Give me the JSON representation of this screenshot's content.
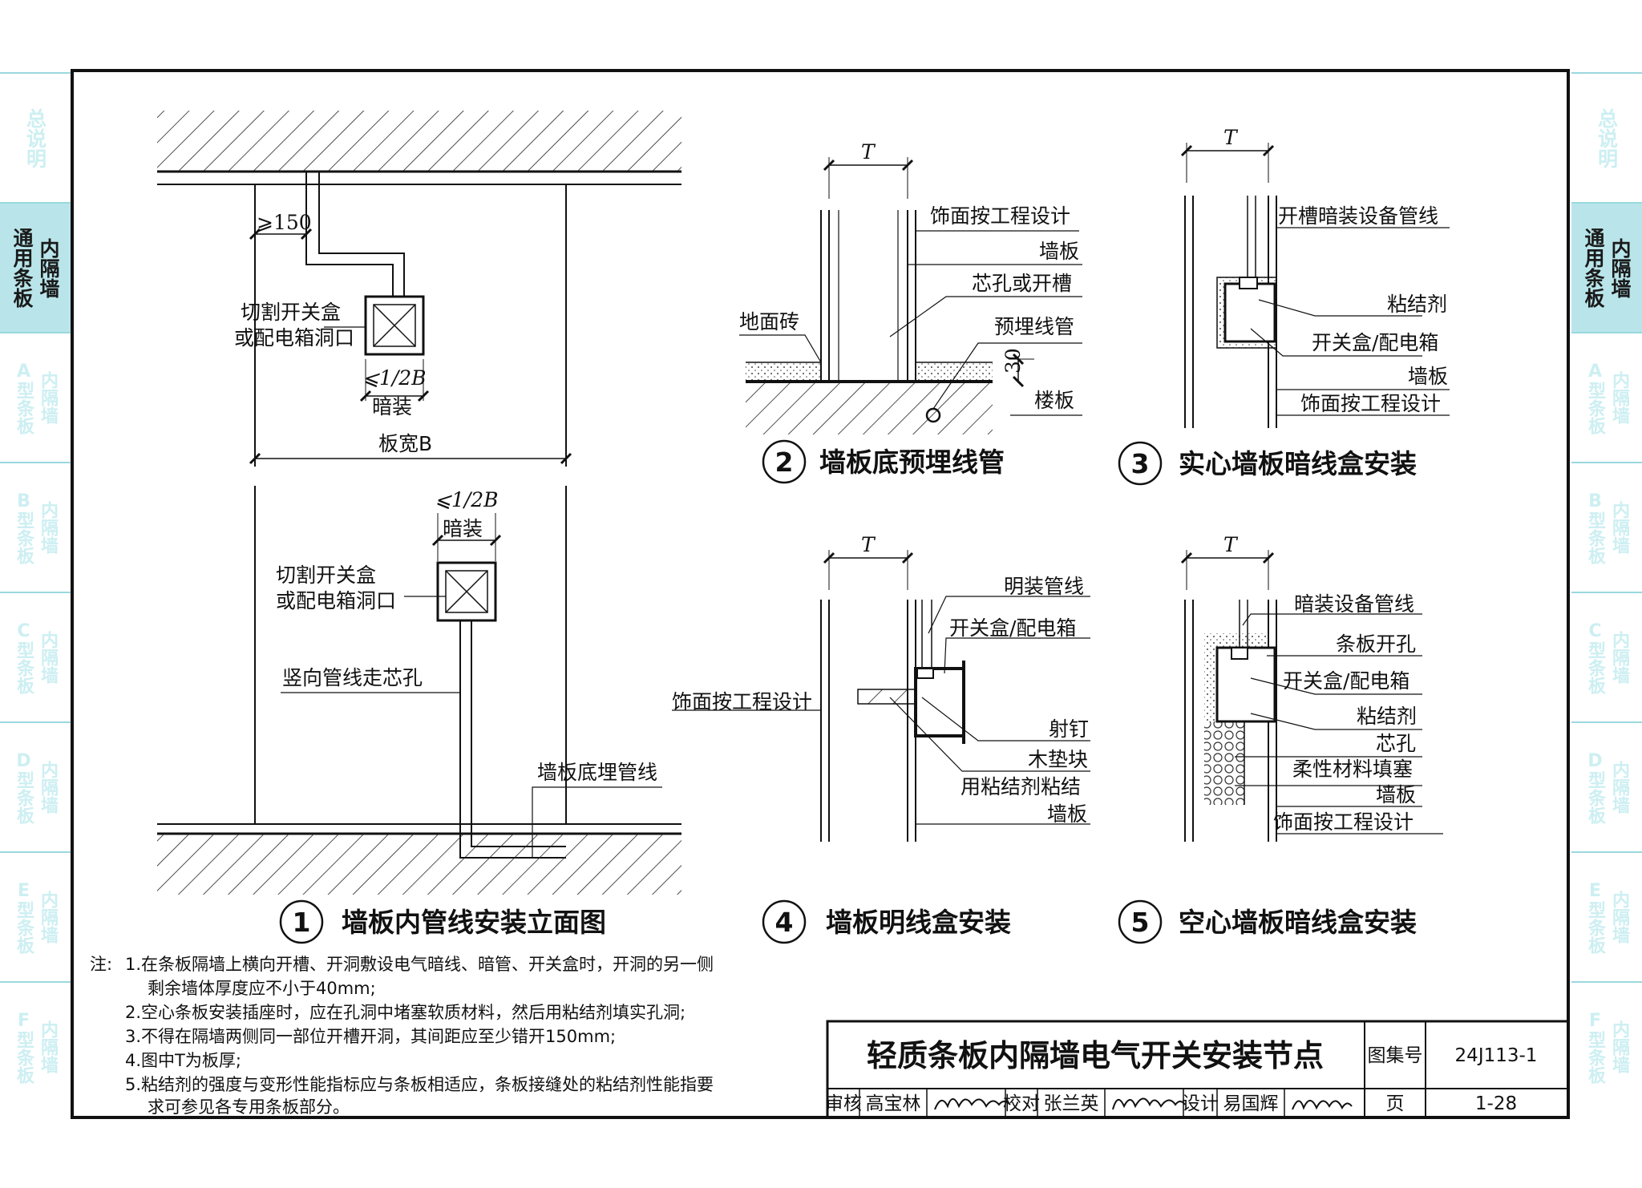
{
  "side_tabs": [
    {
      "line1": "总说明",
      "line2": "",
      "active": false
    },
    {
      "line1": "通用条板",
      "line2": "内隔墙",
      "active": true
    },
    {
      "line1": "A型条板",
      "line2": "内隔墙",
      "active": false
    },
    {
      "line1": "B型条板",
      "line2": "内隔墙",
      "active": false
    },
    {
      "line1": "C型条板",
      "line2": "内隔墙",
      "active": false
    },
    {
      "line1": "D型条板",
      "line2": "内隔墙",
      "active": false
    },
    {
      "line1": "E型条板",
      "line2": "内隔墙",
      "active": false
    },
    {
      "line1": "F型条板",
      "line2": "内隔墙",
      "active": false
    }
  ],
  "detail1": {
    "num": "1",
    "title": "墙板内管线安装立面图",
    "dim_150": "⩾150",
    "cut_label_1": "切割开关盒",
    "cut_label_2": "或配电箱洞口",
    "half_b": "⩽1/2B",
    "concealed": "暗装",
    "board_width": "板宽B",
    "cut2_label_1": "切割开关盒",
    "cut2_label_2": "或配电箱洞口",
    "half_b2": "⩽1/2B",
    "concealed2": "暗装",
    "vertical_pipe": "竖向管线走芯孔",
    "bottom_pipe": "墙板底埋管线"
  },
  "detail2": {
    "num": "2",
    "title": "墙板底预埋线管",
    "t": "T",
    "finish": "饰面按工程设计",
    "panel": "墙板",
    "core": "芯孔或开槽",
    "floor_tile": "地面砖",
    "conduit": "预埋线管",
    "dim30": "30",
    "slab": "楼板"
  },
  "detail3": {
    "num": "3",
    "title": "实心墙板暗线盒安装",
    "t": "T",
    "groove": "开槽暗装设备管线",
    "adhesive": "粘结剂",
    "box": "开关盒/配电箱",
    "panel": "墙板",
    "finish": "饰面按工程设计"
  },
  "detail4": {
    "num": "4",
    "title": "墙板明线盒安装",
    "t": "T",
    "surface_pipe": "明装管线",
    "box": "开关盒/配电箱",
    "finish": "饰面按工程设计",
    "nail": "射钉",
    "wood_block": "木垫块",
    "glued": "用粘结剂粘结",
    "panel": "墙板"
  },
  "detail5": {
    "num": "5",
    "title": "空心墙板暗线盒安装",
    "t": "T",
    "concealed_pipe": "暗装设备管线",
    "hole": "条板开孔",
    "box": "开关盒/配电箱",
    "adhesive": "粘结剂",
    "core": "芯孔",
    "soft_fill": "柔性材料填塞",
    "panel": "墙板",
    "finish": "饰面按工程设计"
  },
  "notes": {
    "prefix": "注:",
    "lines": [
      "1.在条板隔墙上横向开槽、开洞敷设电气暗线、暗管、开关盒时，开洞的另一侧",
      "剩余墙体厚度应不小于40mm;",
      "2.空心条板安装插座时，应在孔洞中堵塞软质材料，然后用粘结剂填实孔洞;",
      "3.不得在隔墙两侧同一部位开槽开洞，其间距应至少错开150mm;",
      "4.图中T为板厚;",
      "5.粘结剂的强度与变形性能指标应与条板相适应，条板接缝处的粘结剂性能指要",
      "求可参见各专用条板部分。"
    ]
  },
  "title_block": {
    "title": "轻质条板内隔墙电气开关安装节点",
    "atlas_label": "图集号",
    "atlas_no": "24J113-1",
    "review": "审核",
    "reviewer": "高宝林",
    "check": "校对",
    "checker": "张兰英",
    "design": "设计",
    "designer": "易国辉",
    "page_label": "页",
    "page_no": "1-28"
  },
  "colors": {
    "tab_active": "#b9e5ea",
    "tab_line": "#9ad8de",
    "ink": "#111111"
  }
}
